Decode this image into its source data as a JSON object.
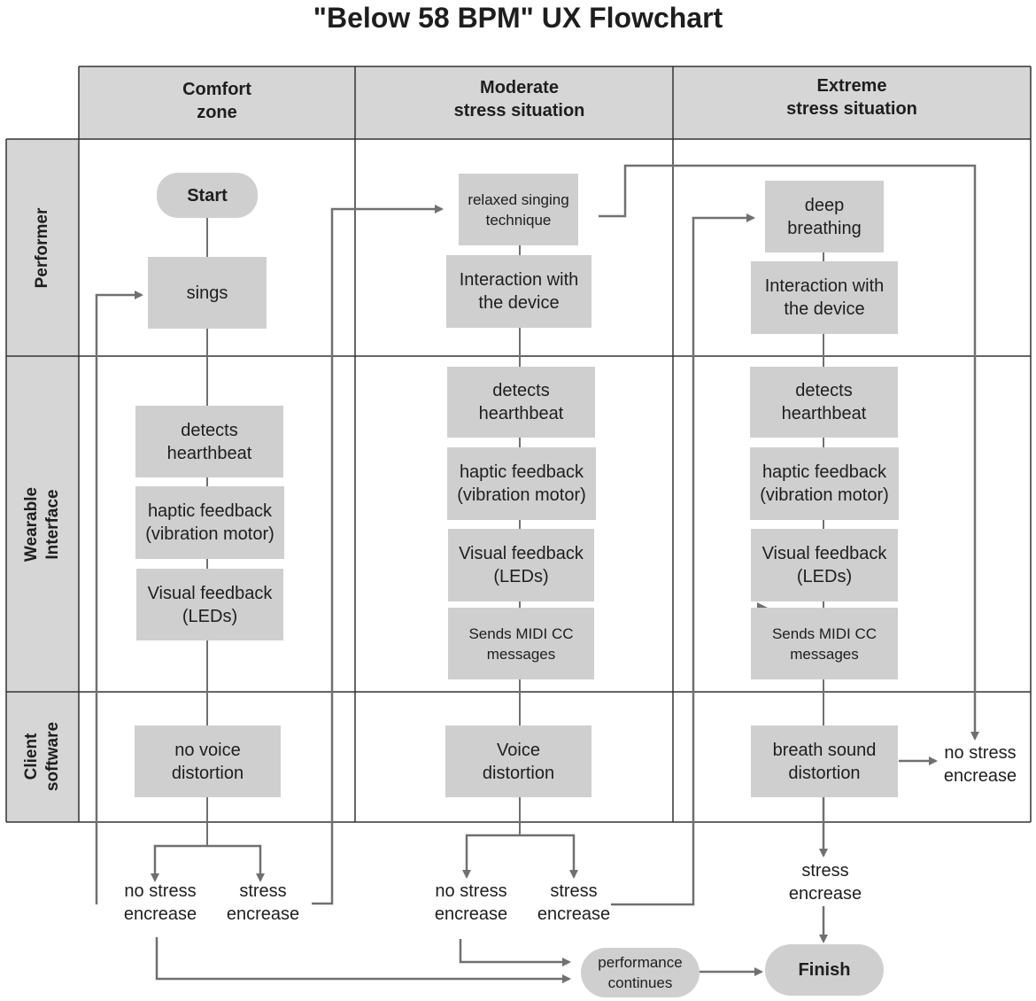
{
  "title": "\"Below 58 BPM\" UX Flowchart",
  "columns": [
    {
      "label": "Comfort\nzone"
    },
    {
      "label": "Moderate\nstress situation"
    },
    {
      "label": "Extreme\nstress situation"
    }
  ],
  "rows": [
    {
      "label": "Performer"
    },
    {
      "label": "Wearable\nInterface"
    },
    {
      "label": "Client\nsoftware"
    }
  ],
  "nodes": {
    "start": "Start",
    "sings": "sings",
    "comfort_detects": "detects\nhearthbeat",
    "comfort_haptic": "haptic feedback\n(vibration motor)",
    "comfort_visual": "Visual feedback\n(LEDs)",
    "comfort_software": "no voice\ndistortion",
    "comfort_no_stress": "no stress\nencrease",
    "comfort_stress": "stress\nencrease",
    "moderate_technique": "relaxed singing\ntechnique",
    "moderate_interaction": "Interaction with\nthe device",
    "moderate_detects": "detects\nhearthbeat",
    "moderate_haptic": "haptic feedback\n(vibration motor)",
    "moderate_visual": "Visual feedback\n(LEDs)",
    "moderate_midi": "Sends MIDI CC\nmessages",
    "moderate_software": "Voice\ndistortion",
    "moderate_no_stress": "no stress\nencrease",
    "moderate_stress": "stress\nencrease",
    "extreme_breathing": "deep\nbreathing",
    "extreme_interaction": "Interaction with\nthe device",
    "extreme_detects": "detects\nhearthbeat",
    "extreme_haptic": "haptic feedback\n(vibration motor)",
    "extreme_visual": "Visual feedback\n(LEDs)",
    "extreme_midi": "Sends MIDI CC\nmessages",
    "extreme_software": "breath sound\ndistortion",
    "extreme_no_stress": "no stress\nencrease",
    "extreme_stress": "stress\nencrease",
    "performance": "performance\ncontinues",
    "finish": "Finish"
  },
  "colors": {
    "node_fill": "#cfcfcf",
    "header_fill": "#d6d6d6",
    "connector": "#707070",
    "border": "#333333"
  }
}
